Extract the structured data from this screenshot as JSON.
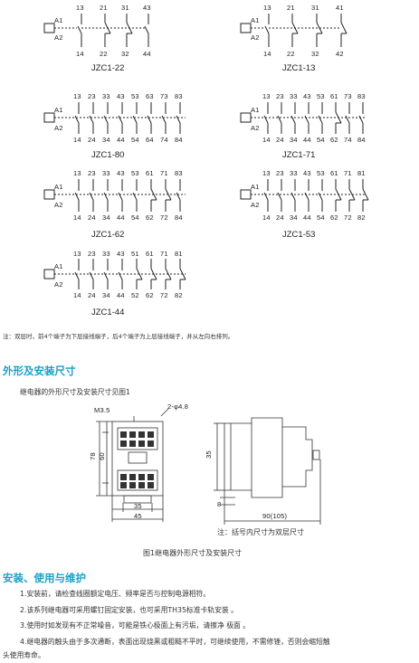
{
  "diagrams": [
    {
      "name": "JZC1-22",
      "top": [
        "13",
        "21",
        "31",
        "43"
      ],
      "bottom": [
        "14",
        "22",
        "32",
        "44"
      ]
    },
    {
      "name": "JZC1-13",
      "top": [
        "13",
        "21",
        "31",
        "41"
      ],
      "bottom": [
        "14",
        "22",
        "32",
        "42"
      ]
    },
    {
      "name": "JZC1-80",
      "top": [
        "13",
        "23",
        "33",
        "43",
        "53",
        "63",
        "73",
        "83"
      ],
      "bottom": [
        "14",
        "24",
        "34",
        "44",
        "54",
        "64",
        "74",
        "84"
      ]
    },
    {
      "name": "JZC1-71",
      "top": [
        "13",
        "23",
        "33",
        "43",
        "53",
        "61",
        "73",
        "83"
      ],
      "bottom": [
        "14",
        "24",
        "34",
        "44",
        "54",
        "62",
        "74",
        "84"
      ]
    },
    {
      "name": "JZC1-62",
      "top": [
        "13",
        "23",
        "33",
        "43",
        "53",
        "61",
        "71",
        "83"
      ],
      "bottom": [
        "14",
        "24",
        "34",
        "44",
        "54",
        "62",
        "72",
        "84"
      ]
    },
    {
      "name": "JZC1-53",
      "top": [
        "13",
        "23",
        "33",
        "43",
        "53",
        "61",
        "71",
        "81"
      ],
      "bottom": [
        "14",
        "24",
        "34",
        "44",
        "54",
        "62",
        "72",
        "82"
      ]
    },
    {
      "name": "JZC1-44",
      "top": [
        "13",
        "23",
        "33",
        "43",
        "51",
        "61",
        "71",
        "81"
      ],
      "bottom": [
        "14",
        "24",
        "34",
        "44",
        "52",
        "62",
        "72",
        "82"
      ]
    }
  ],
  "coil": {
    "a1": "A1",
    "a2": "A2"
  },
  "note": "注：双层时，前4个端子为下层接线端子，后4个端子为上层接线端子，并从左向右排列。",
  "section1": {
    "heading": "外形及安装尺寸",
    "intro": "继电器的外形尺寸及安装尺寸见图1",
    "dims": {
      "m35": "M3.5",
      "holes": "2-φ4.8",
      "d78": "78",
      "d60": "60",
      "d35": "35",
      "d45": "45",
      "d35s": "35",
      "d8": "8",
      "d90": "90(105)"
    },
    "side_note": "注：括号内尺寸为双层尺寸",
    "figure_caption": "图1继电器外形尺寸及安装尺寸"
  },
  "section2": {
    "heading": "安装、使用与维护",
    "items": [
      "1.安装前，请检查线圈额定电压、频率是否与控制电源相符。",
      "2.该系列继电器可采用螺钉固定安装，也可采用TH35标准卡轨安装 。",
      "3.使用时如发现有不正常噪音，可能是铁心极面上有污垢，请擦净 极面 。",
      "4.继电器的触头由于多次通断，表面出现烧黑或粗糙不平时，可继续使用，不需修锉，否则会缩短触",
      "头使用寿命。"
    ]
  }
}
